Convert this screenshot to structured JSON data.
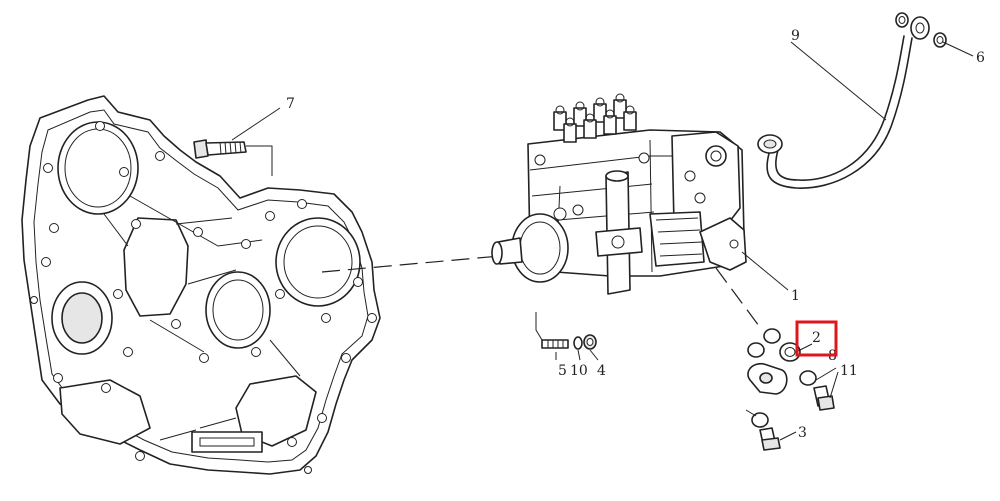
{
  "callouts": {
    "c1": "1",
    "c2": "2",
    "c3": "3",
    "c4": "4",
    "c5": "5",
    "c6": "6",
    "c7": "7",
    "c8": "8",
    "c9": "9",
    "c10": "10",
    "c11": "11"
  },
  "highlight": {
    "target": "2",
    "color": "#e0161b"
  }
}
